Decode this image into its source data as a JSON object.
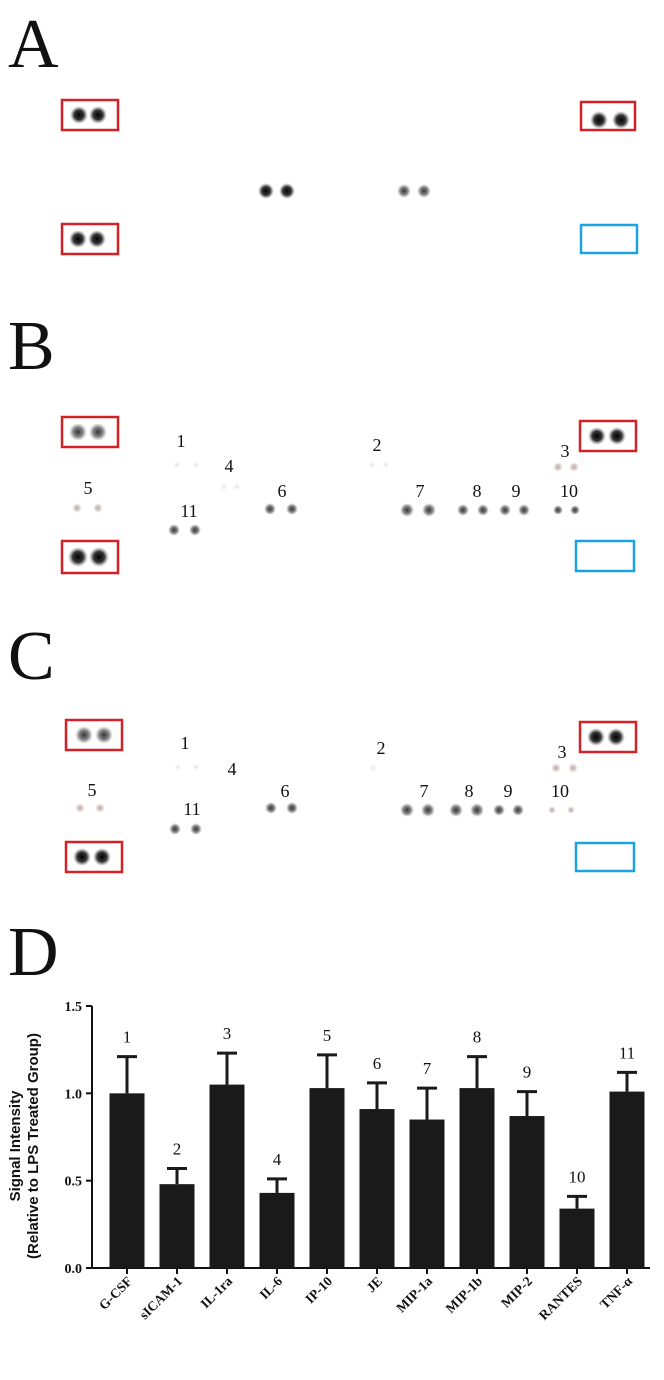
{
  "panels": {
    "a": {
      "letter": "A"
    },
    "b": {
      "letter": "B",
      "spot_labels": [
        "1",
        "2",
        "3",
        "4",
        "5",
        "6",
        "7",
        "8",
        "9",
        "10",
        "11"
      ]
    },
    "c": {
      "letter": "C",
      "spot_labels": [
        "1",
        "2",
        "3",
        "4",
        "5",
        "6",
        "7",
        "8",
        "9",
        "10",
        "11"
      ]
    },
    "d": {
      "letter": "D"
    }
  },
  "colors": {
    "reference_box": "#d42027",
    "negative_box": "#1aa3e0",
    "bar": "#1a1a1a"
  },
  "chart_data": {
    "type": "bar",
    "categories": [
      "G-CSF",
      "sICAM-1",
      "IL-1ra",
      "IL-6",
      "IP-10",
      "JE",
      "MIP-1a",
      "MIP-1b",
      "MIP-2",
      "RANTES",
      "TNF-α"
    ],
    "values": [
      1.0,
      0.48,
      1.05,
      0.43,
      1.03,
      0.91,
      0.85,
      1.03,
      0.87,
      0.34,
      1.01
    ],
    "errors": [
      0.21,
      0.09,
      0.18,
      0.08,
      0.19,
      0.15,
      0.18,
      0.18,
      0.14,
      0.07,
      0.11
    ],
    "bar_labels": [
      "1",
      "2",
      "3",
      "4",
      "5",
      "6",
      "7",
      "8",
      "9",
      "10",
      "11"
    ],
    "title": "",
    "xlabel": "",
    "ylabel_line1": "Signal Intensity",
    "ylabel_line2": "(Relative to LPS Treated Group)",
    "ylim": [
      0,
      1.5
    ],
    "yticks": [
      "0.0",
      "0.5",
      "1.0",
      "1.5"
    ],
    "ytick_values": [
      0,
      0.5,
      1.0,
      1.5
    ],
    "grid": false,
    "legend": "none"
  }
}
